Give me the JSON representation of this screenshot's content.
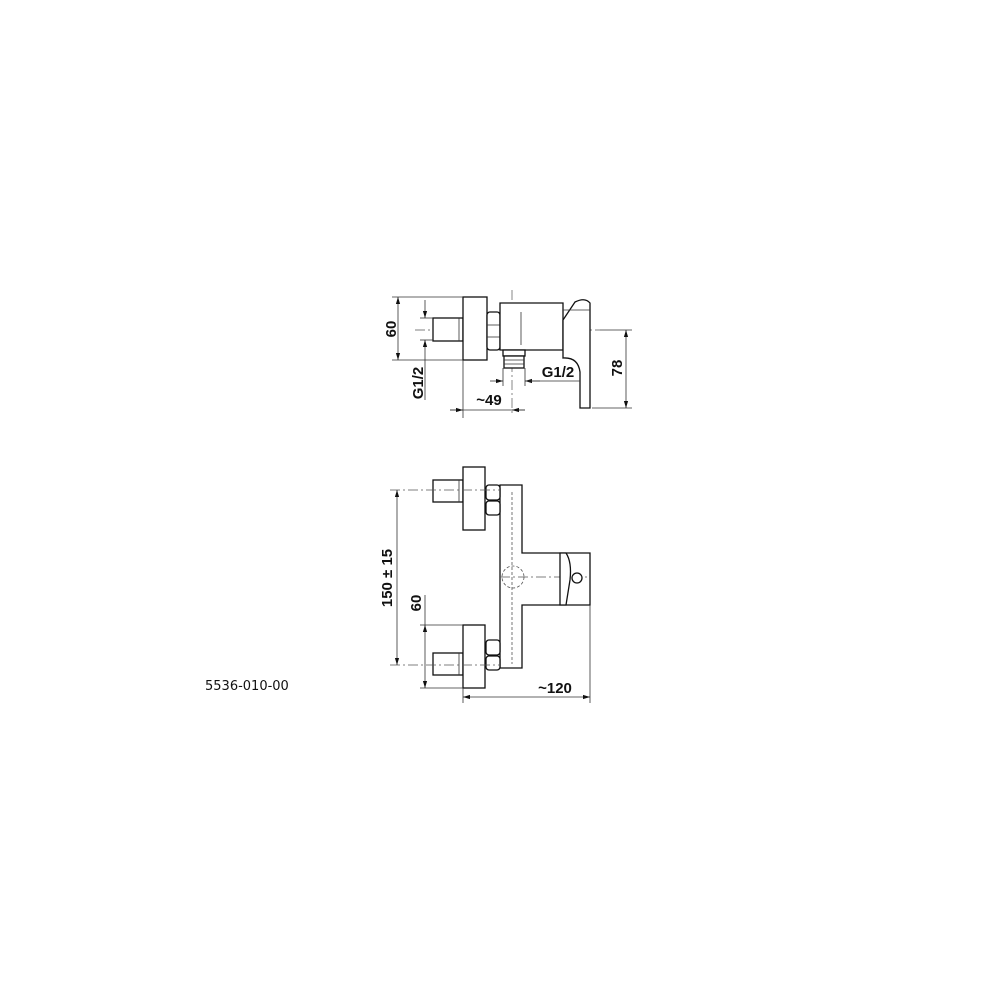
{
  "part_number": "5536-010-00",
  "side_view": {
    "dim_height": "60",
    "dim_thread_inlet": "G1/2",
    "dim_depth": "~49",
    "dim_thread_outlet": "G1/2",
    "dim_lever_drop": "78"
  },
  "front_view": {
    "dim_center_distance": "150 ± 15",
    "dim_flange_height": "60",
    "dim_width": "~120"
  }
}
